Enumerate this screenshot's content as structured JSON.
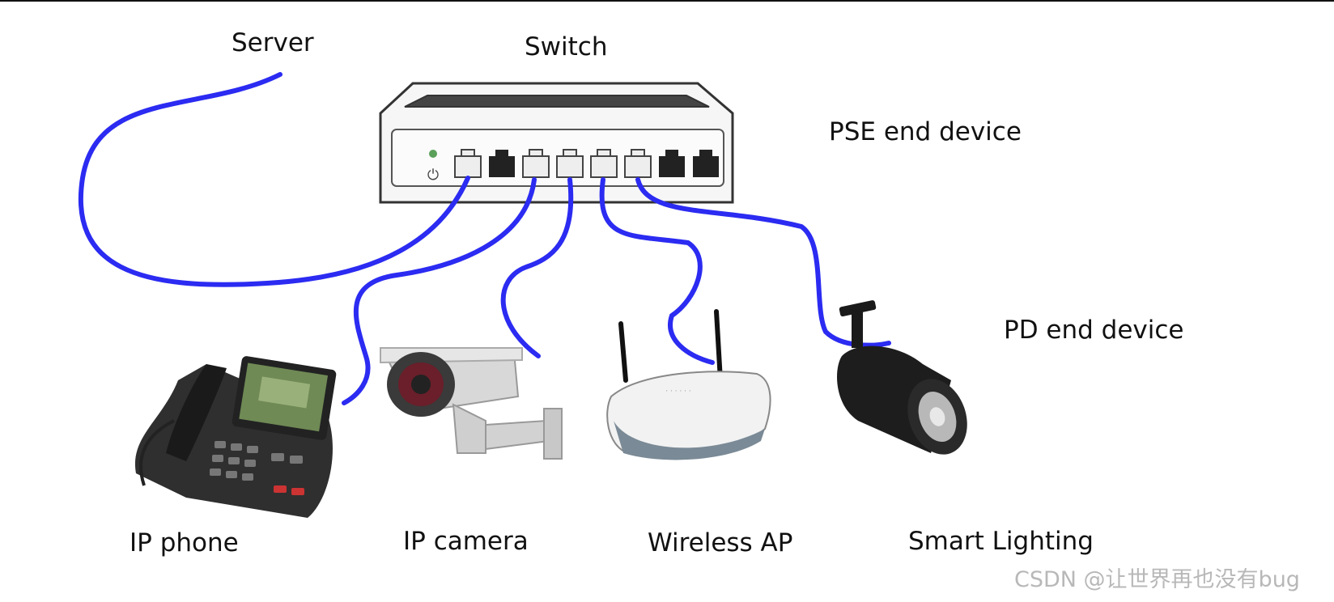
{
  "labels": {
    "server": "Server",
    "switch": "Switch",
    "pse": "PSE end device",
    "pd": "PD end device",
    "ip_phone": "IP phone",
    "ip_camera": "IP camera",
    "wireless_ap": "Wireless AP",
    "smart_lighting": "Smart Lighting"
  },
  "watermark": "CSDN @让世界再也没有bug",
  "colors": {
    "cable": "#2b2bf2",
    "switch_body": "#f4f4f4",
    "switch_outline": "#333333",
    "background": "#ffffff"
  },
  "devices": [
    {
      "name": "Server",
      "connected_port": 1
    },
    {
      "name": "IP phone",
      "connected_port": 3
    },
    {
      "name": "IP camera",
      "connected_port": 4
    },
    {
      "name": "Wireless AP",
      "connected_port": 5
    },
    {
      "name": "Smart Lighting",
      "connected_port": 6
    }
  ],
  "switch": {
    "port_count": 8
  }
}
